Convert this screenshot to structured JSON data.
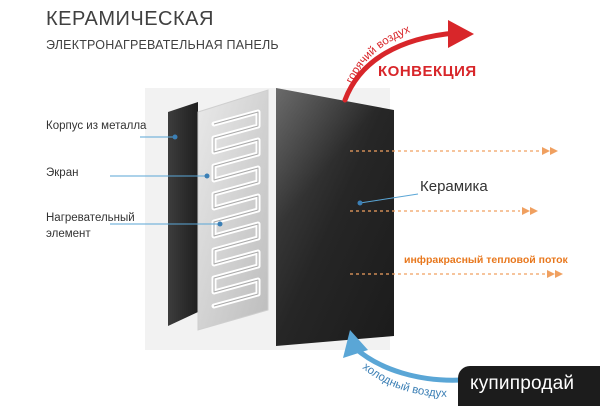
{
  "header": {
    "title": "КЕРАМИЧЕСКАЯ",
    "subtitle": "ЭЛЕКТРОНАГРЕВАТЕЛЬНАЯ ПАНЕЛЬ"
  },
  "layers": {
    "metal_case": "Корпус из металла",
    "screen": "Экран",
    "heating_line1": "Нагревательный",
    "heating_line2": "элемент",
    "ceramic": "Керамика"
  },
  "flows": {
    "hot_air": "горячий воздух",
    "convection": "КОНВЕКЦИЯ",
    "infrared": "инфракрасный тепловой поток",
    "cold_air": "холодный воздух"
  },
  "watermark": "купипродай",
  "colors": {
    "hot": "#d8262a",
    "cold": "#5aa6d6",
    "infrared": "#e8781e",
    "panel_dark": "#2b2b2b"
  }
}
